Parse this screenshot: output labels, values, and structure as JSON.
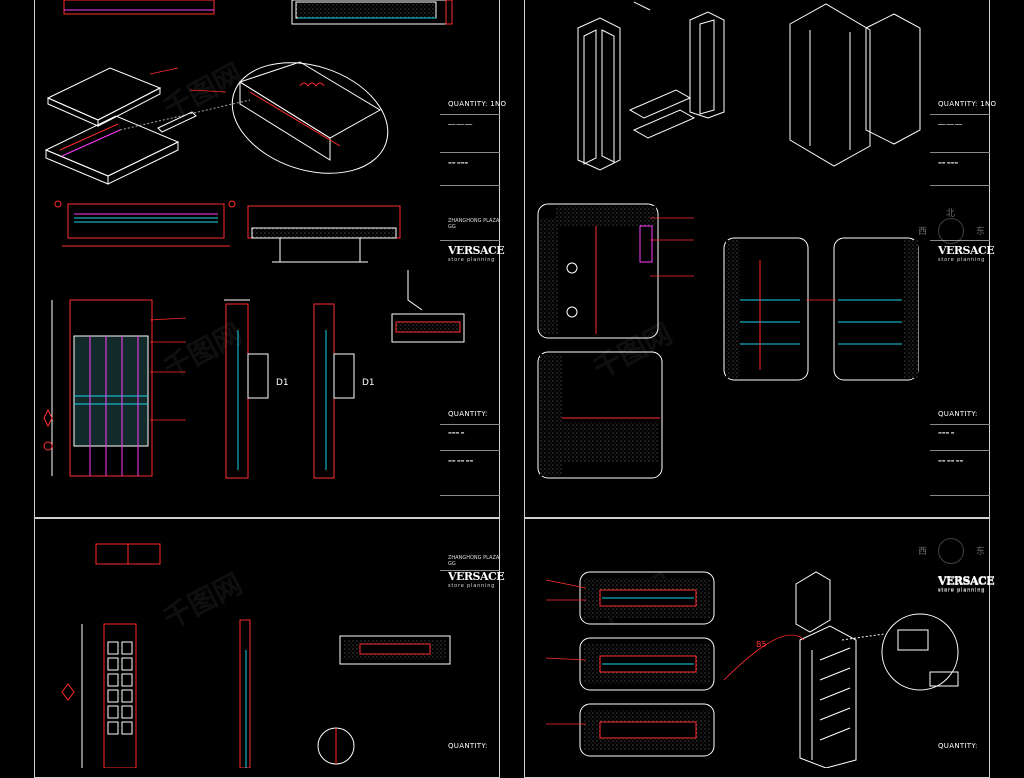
{
  "colors": {
    "background": "#000000",
    "frame": "#cfcfcf",
    "redline": "#ff2c2c",
    "cyan": "#19d4e8",
    "magenta": "#ff3cff",
    "white": "#ffffff",
    "hatch": "#9a9a9a"
  },
  "watermark_text": "千图网",
  "sheets": [
    {
      "quantity": "QUANTITY: 1NO",
      "brand": "VERSACE",
      "brand_sub": "store planning",
      "project": "ZHANGHONG PLAZA GG"
    },
    {
      "quantity": "QUANTITY: 1NO",
      "brand": "VERSACE",
      "brand_sub": "store planning",
      "project": ""
    },
    {
      "quantity": "QUANTITY:",
      "brand": "",
      "brand_sub": "",
      "project": "ZHANGHONG PLAZA GG"
    },
    {
      "quantity": "QUANTITY:",
      "brand": "VERSACE",
      "brand_sub": "store planning",
      "project": ""
    },
    {
      "quantity": "",
      "brand": "VERSACE",
      "brand_sub": "store planning",
      "project": ""
    },
    {
      "quantity": "QUANTITY:",
      "brand": "VERSACE",
      "brand_sub": "store planning",
      "project": ""
    }
  ],
  "detail_markers": {
    "left": "D1",
    "right": "D1"
  },
  "compass": {
    "west": "西",
    "north": "北",
    "east": "东"
  },
  "callout": "B5"
}
